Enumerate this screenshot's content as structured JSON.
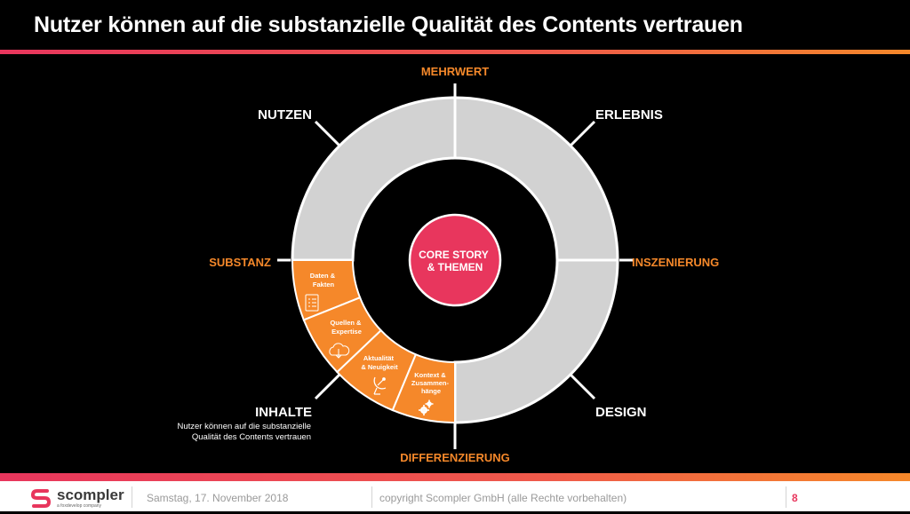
{
  "title": "Nutzer können auf die substanzielle Qualität des Contents vertrauen",
  "diagram": {
    "core": [
      "CORE STORY",
      "& THEMEN"
    ],
    "axis_labels": {
      "top": "MEHRWERT",
      "right": "INSZENIERUNG",
      "bottom": "DIFFERENZIERUNG",
      "left": "SUBSTANZ"
    },
    "quadrant_labels": {
      "top_left": "NUTZEN",
      "top_right": "ERLEBNIS",
      "bottom_right": "DESIGN",
      "bottom_left": "INHALTE"
    },
    "inhalte_note": [
      "Nutzer können auf die substanzielle",
      "Qualität des Contents vertrauen"
    ],
    "segments": [
      {
        "lines": [
          "Daten &",
          "Fakten"
        ],
        "icon": "checklist-icon"
      },
      {
        "lines": [
          "Quellen &",
          "Expertise"
        ],
        "icon": "cloud-download-icon"
      },
      {
        "lines": [
          "Aktualität",
          "& Neuigkeit"
        ],
        "icon": "satellite-dish-icon"
      },
      {
        "lines": [
          "Kontext &",
          "Zusammen-",
          "hänge"
        ],
        "icon": "gears-icon"
      }
    ],
    "colors": {
      "ring_gray": "#d2d2d2",
      "segment_orange": "#f5882a",
      "core": "#e8365d",
      "accent_orange": "#f5882a"
    }
  },
  "footer": {
    "logo_text": "scompler",
    "logo_sub": "a foxdevelop company",
    "date": "Samstag, 17. November 2018",
    "copyright": "copyright Scompler GmbH (alle Rechte vorbehalten)",
    "page": "8"
  }
}
